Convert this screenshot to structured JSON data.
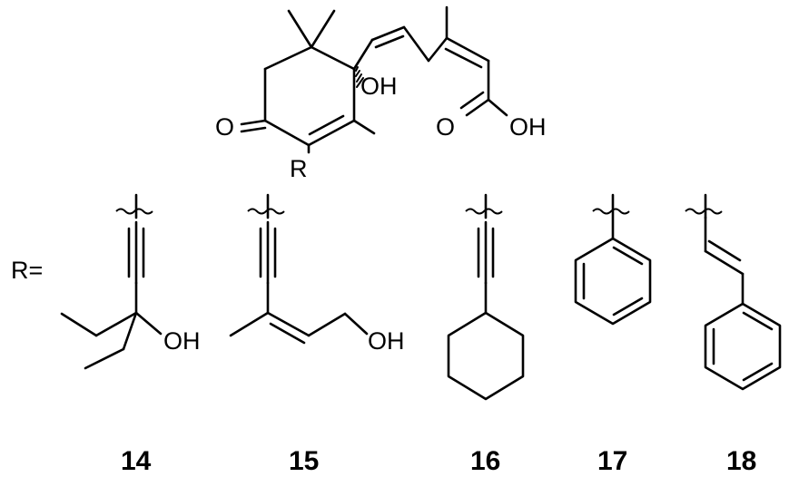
{
  "scaffold": {
    "atoms": {
      "oh": "OH",
      "ketone_o": "O",
      "acid_o": "O",
      "acid_oh": "OH",
      "r": "R"
    }
  },
  "r_prefix": "R=",
  "substituents": [
    {
      "id": "14",
      "hydroxyl": "OH"
    },
    {
      "id": "15",
      "hydroxyl": "OH"
    },
    {
      "id": "16"
    },
    {
      "id": "17"
    },
    {
      "id": "18"
    }
  ]
}
